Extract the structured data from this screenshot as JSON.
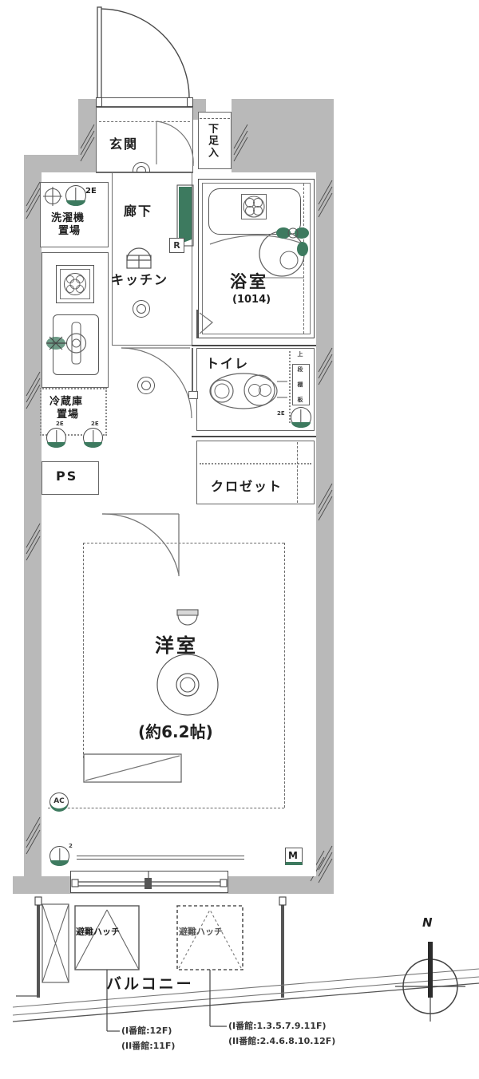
{
  "plan": {
    "type": "japanese-apartment-floorplan",
    "unit_layout": "1K",
    "rooms": [
      {
        "id": "genkan",
        "label": "玄関",
        "note": "entrance"
      },
      {
        "id": "getabako",
        "label": "下足入",
        "note": "shoe cabinet",
        "orientation": "vertical"
      },
      {
        "id": "rouka",
        "label": "廊下",
        "note": "hallway"
      },
      {
        "id": "kitchen",
        "label": "キッチン",
        "note": "kitchen"
      },
      {
        "id": "yokushitsu",
        "label": "浴室",
        "size_code": "(1014)",
        "note": "bathroom"
      },
      {
        "id": "toilet",
        "label": "トイレ",
        "note": "toilet"
      },
      {
        "id": "closet",
        "label": "クロゼット",
        "note": "closet"
      },
      {
        "id": "youshitsu",
        "label": "洋室",
        "area": "(約6.2帖)",
        "note": "western-style room"
      },
      {
        "id": "balcony",
        "label": "バルコニー",
        "note": "balcony"
      }
    ],
    "equipment": [
      {
        "id": "washer",
        "label": "洗濯機\n置場",
        "line1": "洗濯機",
        "line2": "置場",
        "note": "washing machine space"
      },
      {
        "id": "fridge",
        "label": "冷蔵庫\n置場",
        "line1": "冷蔵庫",
        "line2": "置場",
        "note": "refrigerator space"
      },
      {
        "id": "shelf",
        "label": "上\n段\n棚\n板",
        "note": "upper shelf board",
        "orientation": "vertical"
      }
    ],
    "markers": {
      "ps": "PS",
      "meter": "M",
      "ac": "AC",
      "refrig_sym": "R",
      "outlet_2e": "2E",
      "outlet_2": "2"
    },
    "hatches": [
      {
        "id": "hatch-solid",
        "label": "避難ハッチ",
        "style": "solid"
      },
      {
        "id": "hatch-dashed",
        "label": "避難ハッチ",
        "style": "dashed"
      }
    ],
    "compass": {
      "label": "N"
    },
    "footnotes": [
      {
        "id": "note-left",
        "lines": [
          "(I番館:12F)",
          "(II番館:11F)"
        ]
      },
      {
        "id": "note-right",
        "lines": [
          "(I番館:1.3.5.7.9.11F)",
          "(II番館:2.4.6.8.10.12F)"
        ]
      }
    ],
    "colors": {
      "wall": "#b9b9b9",
      "outline": "#4a4a4a",
      "accent_green": "#3d7a5f",
      "text": "#1f1f1f",
      "background": "#ffffff"
    }
  }
}
